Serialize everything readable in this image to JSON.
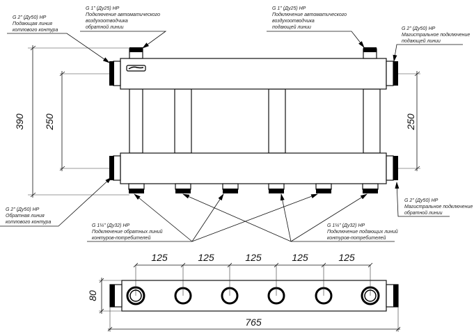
{
  "drawing": {
    "subject": "hydraulic manifold (collector) drawing",
    "annotations": {
      "top_left": {
        "spec": "G 2\" (Ду50) НР",
        "lines": [
          "Подающая линия",
          "котлового контура"
        ]
      },
      "top_center_left": {
        "spec": "G 1\" (Ду25) НР",
        "lines": [
          "Подключение автоматического",
          "воздухоотводчика",
          "обратной линии"
        ]
      },
      "top_center_right": {
        "spec": "G 1\" (Ду25) НР",
        "lines": [
          "Подключение автоматического",
          "воздухоотводчика",
          "подающей линии"
        ]
      },
      "top_right": {
        "spec": "G 2\" (Ду50) НР",
        "lines": [
          "Магистральное подключение",
          "подающей линии"
        ]
      },
      "bottom_left": {
        "spec": "G 2\" (Ду50) НР",
        "lines": [
          "Обратная линия",
          "котлового контура"
        ]
      },
      "bottom_center_left": {
        "spec": "G 1¼\" (Ду32) НР",
        "lines": [
          "Подключение обратных линий",
          "контуров-потребителей"
        ]
      },
      "bottom_center_right": {
        "spec": "G 1¼\" (Ду32) НР",
        "lines": [
          "Подключение подающих линий",
          "контуров-потребителей"
        ]
      },
      "bottom_right": {
        "spec": "G 2\" (Ду50) НР",
        "lines": [
          "Магистральное подключение",
          "обратной линии"
        ]
      }
    },
    "dimensions": {
      "overall_height": "390",
      "left_axis_spacing": "250",
      "right_axis_spacing": "250",
      "outlet_pitch": [
        "125",
        "125",
        "125",
        "125",
        "125"
      ],
      "overall_length": "765",
      "depth": "80"
    },
    "front_view": {
      "bottom_outlets": 6,
      "connecting_pipes": 4
    },
    "top_view": {
      "outlets": 6
    }
  }
}
